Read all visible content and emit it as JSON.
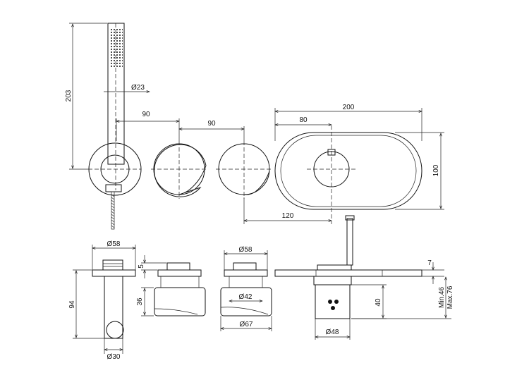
{
  "dimensions": {
    "handshower_height": "203",
    "handshower_diameter": "Ø23",
    "spacing_a": "90",
    "spacing_b": "90",
    "plate_width": "200",
    "plate_height": "100",
    "handle_offset": "80",
    "handle_to_handle": "120",
    "outlet_top_diameter": "Ø58",
    "outlet_height": "94",
    "outlet_bottom_diameter": "Ø30",
    "handle_cap_height": "5",
    "handle_body_height": "36",
    "handle_top_diameter": "Ø58",
    "handle_inner_diameter": "Ø42",
    "handle_bottom_diameter": "Ø67",
    "plate_thickness": "7",
    "body_depth": "40",
    "body_diameter": "Ø48",
    "depth_min": "Min.46",
    "depth_max": "Max.76"
  }
}
